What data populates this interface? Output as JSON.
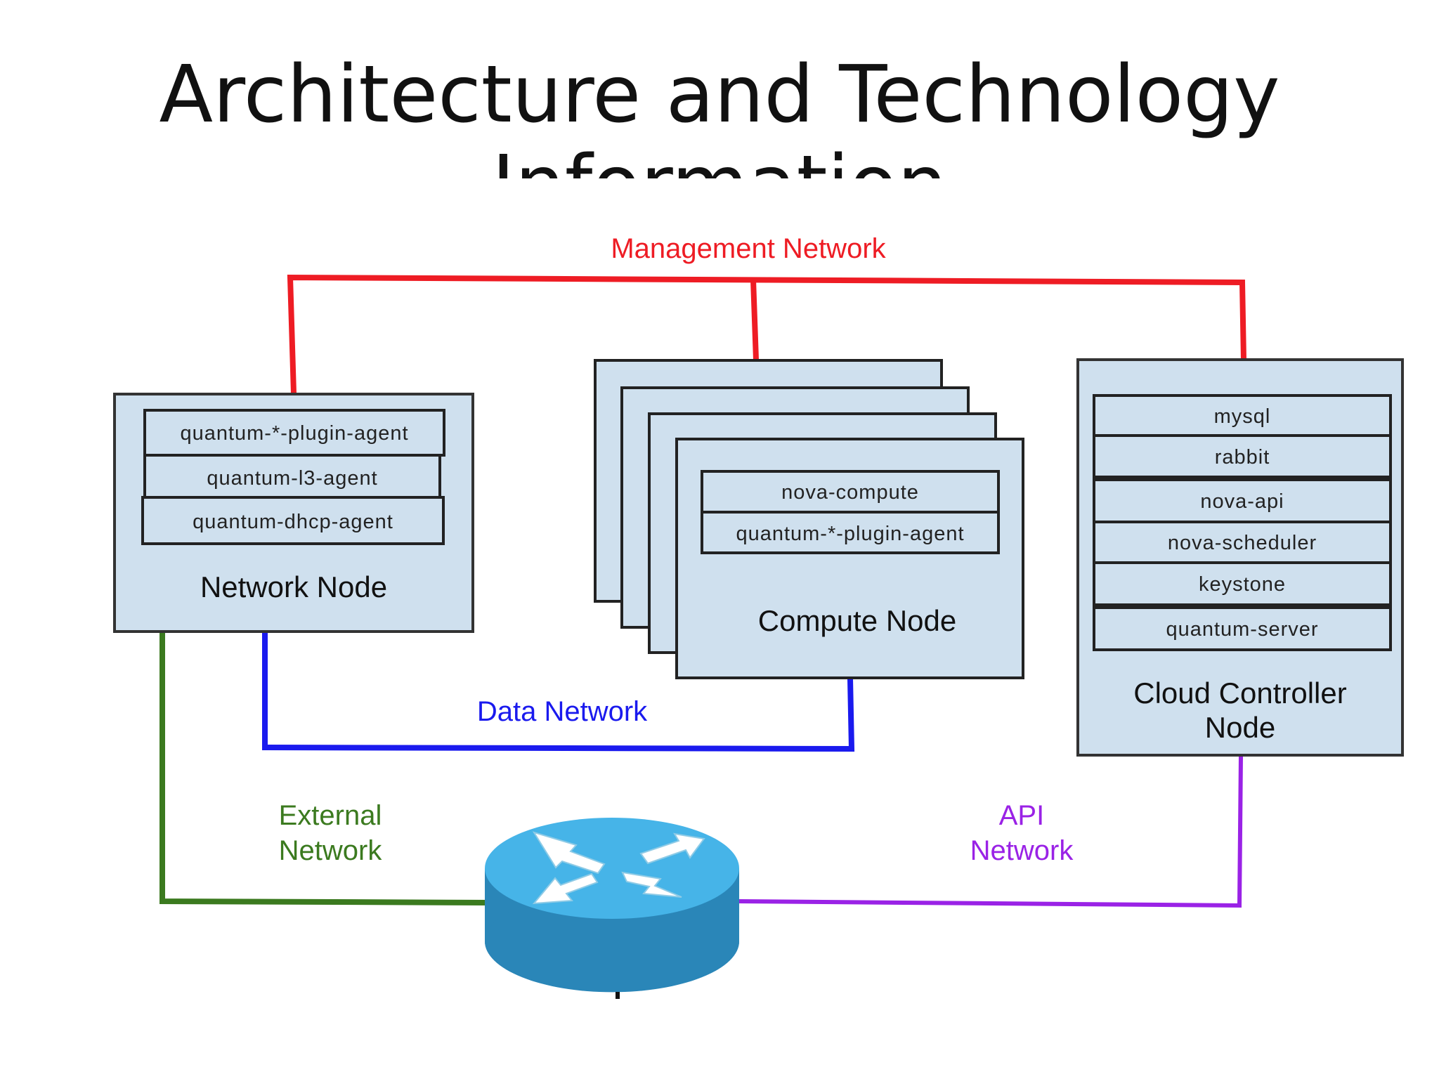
{
  "slide": {
    "title_line1": "Architecture and Technology",
    "title_line2": "Information"
  },
  "networks": {
    "management": {
      "label": "Management Network",
      "color": "#ee1c24"
    },
    "data": {
      "label": "Data Network",
      "color": "#1a1aee"
    },
    "external": {
      "label_line1": "External",
      "label_line2": "Network",
      "color": "#3b7a1f"
    },
    "api": {
      "label_line1": "API",
      "label_line2": "Network",
      "color": "#9a22e6"
    }
  },
  "nodes": {
    "network_node": {
      "label": "Network Node",
      "services": [
        "quantum-*-plugin-agent",
        "quantum-l3-agent",
        "quantum-dhcp-agent"
      ]
    },
    "compute_node": {
      "label": "Compute Node",
      "services": [
        "nova-compute",
        "quantum-*-plugin-agent"
      ]
    },
    "cloud_controller_node": {
      "label_line1": "Cloud Controller",
      "label_line2": "Node",
      "services": [
        "mysql",
        "rabbit",
        "nova-api",
        "nova-scheduler",
        "keystone",
        "quantum-server"
      ]
    }
  },
  "colors": {
    "node_fill": "#cfe0ee",
    "router_top": "#46b4e8",
    "router_side": "#2a86b8"
  },
  "icons": {
    "router": "router-icon"
  }
}
